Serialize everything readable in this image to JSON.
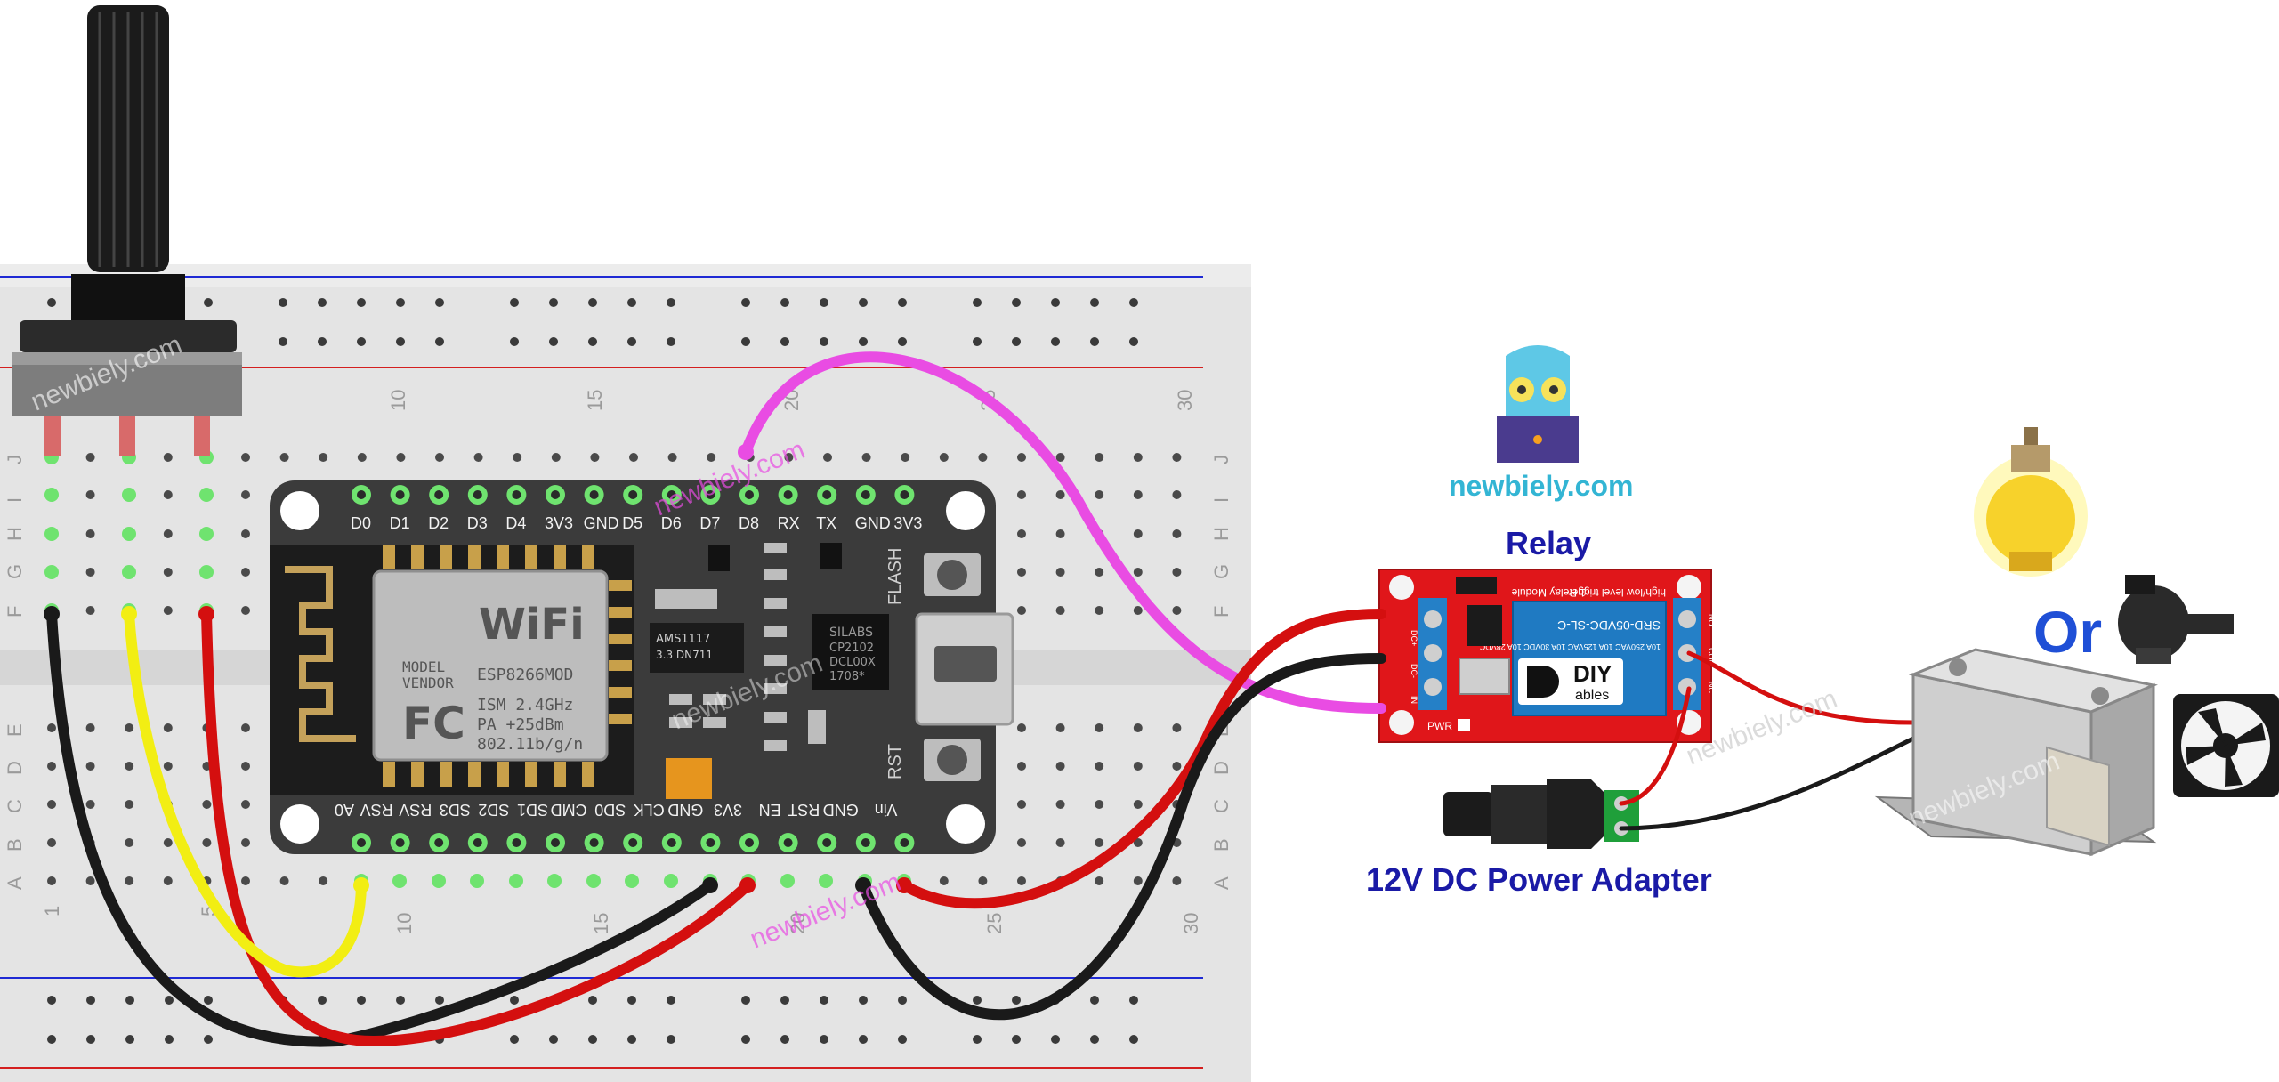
{
  "labels": {
    "relay": "Relay",
    "power_adapter": "12V DC Power Adapter",
    "or": "Or",
    "logo": "newbiely.com"
  },
  "watermark": "newbiely.com",
  "esp_top_pins": [
    "D0",
    "D1",
    "D2",
    "D3",
    "D4",
    "3V3",
    "GND",
    "D5",
    "D6",
    "D7",
    "D8",
    "RX",
    "TX",
    "GND",
    "3V3"
  ],
  "esp_bottom_pins": [
    "A0",
    "RSV",
    "RSV",
    "SD3",
    "SD2",
    "SD1",
    "CMD",
    "SD0",
    "CLK",
    "GND",
    "3V3",
    "EN",
    "RST",
    "GND",
    "Vin"
  ],
  "esp_module": {
    "wifi": "WiFi",
    "model": "MODEL",
    "vendor": "VENDOR",
    "model_value": "ESP8266MOD",
    "fc": "FC",
    "ism": "ISM 2.4GHz",
    "pa": "PA +25dBm",
    "std": "802.11b/g/n"
  },
  "esp_chips": {
    "regulator": "AMS1117",
    "regulator_sub": "3.3  DN711",
    "usb_chip": "SILABS",
    "usb_chip_sub": "CP2102",
    "usb_chip_sub2": "DCL00X",
    "usb_chip_sub3": "1708*",
    "flash": "FLASH",
    "rst": "RST"
  },
  "breadboard_numbers_top": [
    "10",
    "15",
    "20",
    "25",
    "30"
  ],
  "breadboard_numbers_bottom": [
    "1",
    "5",
    "10",
    "15",
    "20",
    "25",
    "30"
  ],
  "breadboard_rows_top": [
    "J",
    "I",
    "H",
    "G",
    "F"
  ],
  "breadboard_rows_bottom": [
    "E",
    "D",
    "C",
    "B",
    "A"
  ],
  "relay_module": {
    "top_text": "high/low level trigger",
    "module_text": "1 Relay Module",
    "relay_text": "SRD-05VDC-SL-C",
    "ratings": "10A 250VAC 10A 125VAC 10A 30VDC 10A 28VDC",
    "brand_top": "DIY",
    "brand_bottom": "ables",
    "pins": [
      "DC+",
      "DC-",
      "IN"
    ],
    "contacts": [
      "NO",
      "COM",
      "NC"
    ],
    "pwr": "PWR"
  },
  "colors": {
    "magenta_wire": "#e94ce3",
    "red_wire": "#d40f0f",
    "black_wire": "#1a1a1a",
    "yellow_wire": "#f2ee13",
    "label_blue": "#1a1aa6",
    "or_blue": "#1f4fd6",
    "breadboard": "#e6e6e6",
    "esp_board": "#3b3b3b",
    "relay_board": "#e0161a"
  },
  "icons": [
    "potentiometer-icon",
    "lightbulb-icon",
    "water-pump-icon",
    "cooling-fan-icon",
    "solenoid-lock-icon",
    "dc-jack-icon",
    "owl-laptop-logo-icon"
  ]
}
